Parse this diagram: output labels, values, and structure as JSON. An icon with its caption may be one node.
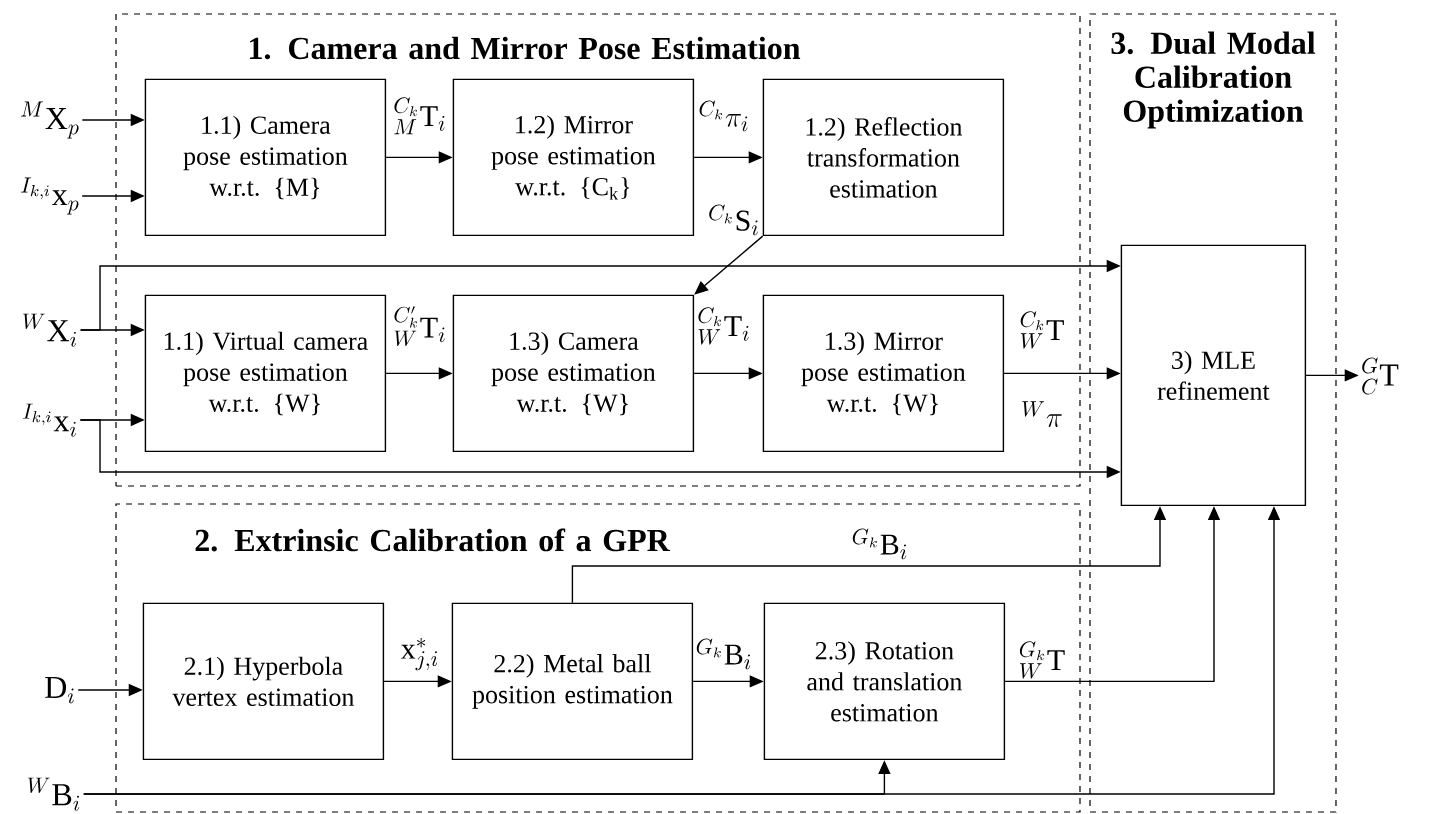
{
  "diagram": {
    "nodes": [
      {
        "text": [
          "1. Camera and Mirror Pose Estimation"
        ]
      },
      {
        "text": [
          "2. Extrinsic Calibration of a GPR"
        ]
      },
      {
        "text": [
          "3. Dual Modal Calibration Optimization"
        ]
      },
      {
        "text": [
          "1.1) Camera pose estimation w.r.t. {M}"
        ],
        "in": 0
      },
      {
        "text": [
          "1.2) Mirror pose estimation w.r.t. {C$_{k}$}"
        ],
        "in": 0
      },
      {
        "text": [
          "1.2) Reflection transformation estimation"
        ],
        "in": 0
      },
      {
        "text": [
          "1.1) Virtual camera pose estimation w.r.t. {W}"
        ],
        "in": 0
      },
      {
        "text": [
          "1.3) Camera pose estimation w.r.t. {W}"
        ],
        "in": 0
      },
      {
        "text": [
          "1.3) Mirror pose estimation w.r.t. {W}"
        ],
        "in": 0
      },
      {
        "text": [
          "2.1) Hyperbola vertex estimation"
        ],
        "in": 1
      },
      {
        "text": [
          "2.2) Metal ball position estimation"
        ],
        "in": 1
      },
      {
        "text": [
          "2.3) Rotation and translation estimation"
        ],
        "in": 1
      },
      {
        "text": [
          "3) MLE refinement"
        ],
        "in": 2
      },
      {
        "text": [
          "{}^{M}\\mathrm{X}_{p}"
        ]
      },
      {
        "text": [
          "{}^{I_{k,i}}\\mathrm{x}_{p}"
        ]
      },
      {
        "text": [
          "{}^{W}\\mathrm{X}_{i}"
        ]
      },
      {
        "text": [
          "{}^{I_{k,i}}\\mathrm{x}_{i}"
        ]
      },
      {
        "text": [
          "\\mathrm{D}_{i}"
        ]
      },
      {
        "text": [
          "{}^{W}\\mathrm{B}_{i}"
        ]
      },
      {
        "text": [
          "{}^{G}_{C}\\mathrm{T}"
        ]
      }
    ],
    "edges": [
      {
        "from": 13,
        "to": 3,
        "arrow": "to"
      },
      {
        "from": 14,
        "to": 3,
        "arrow": "to"
      },
      {
        "from": 3,
        "to": 4,
        "arrow": "to",
        "label": "{}^{C_k}_{M}\\mathrm{T}_{i}"
      },
      {
        "from": 4,
        "to": 5,
        "arrow": "to",
        "label": "{}^{C_k}\\pi_{i}"
      },
      {
        "from": 5,
        "to": 7,
        "arrow": "to",
        "label": "{}^{C_k}\\mathrm{S}_{i}"
      },
      {
        "from": 15,
        "to": 6,
        "arrow": "to"
      },
      {
        "from": 15,
        "to": 12,
        "arrow": "to"
      },
      {
        "from": 16,
        "to": 6,
        "arrow": "to"
      },
      {
        "from": 16,
        "to": 12,
        "arrow": "to"
      },
      {
        "from": 6,
        "to": 7,
        "arrow": "to",
        "label": "{}^{C_k'}_{W}\\mathrm{T}_{i}"
      },
      {
        "from": 7,
        "to": 8,
        "arrow": "to",
        "label": "{}^{C_k}_{W}\\mathrm{T}_{i}"
      },
      {
        "from": 8,
        "to": 12,
        "arrow": "to",
        "label": "{}^{C_k}_{W}\\mathrm{T}"
      },
      {
        "from": 12,
        "to": 19,
        "arrow": "to"
      },
      {
        "from": 17,
        "to": 9,
        "arrow": "to"
      },
      {
        "from": 9,
        "to": 10,
        "arrow": "to",
        "label": "\\mathrm{x}^{*}_{j,i}"
      },
      {
        "from": 10,
        "to": 11,
        "arrow": "to",
        "label": "{}^{G_k}\\mathrm{B}_{i}"
      },
      {
        "from": 10,
        "to": 12,
        "arrow": "to",
        "label": "{}^{G_k}\\mathrm{B}_{i}"
      },
      {
        "from": 11,
        "to": 12,
        "arrow": "to",
        "label": "{}^{G_k}_{W}\\mathrm{T}"
      },
      {
        "from": 18,
        "to": 11,
        "arrow": "to"
      },
      {
        "from": 18,
        "to": 12,
        "arrow": "to"
      }
    ],
    "labels": [
      "{}^{W}\\pi"
    ]
  }
}
